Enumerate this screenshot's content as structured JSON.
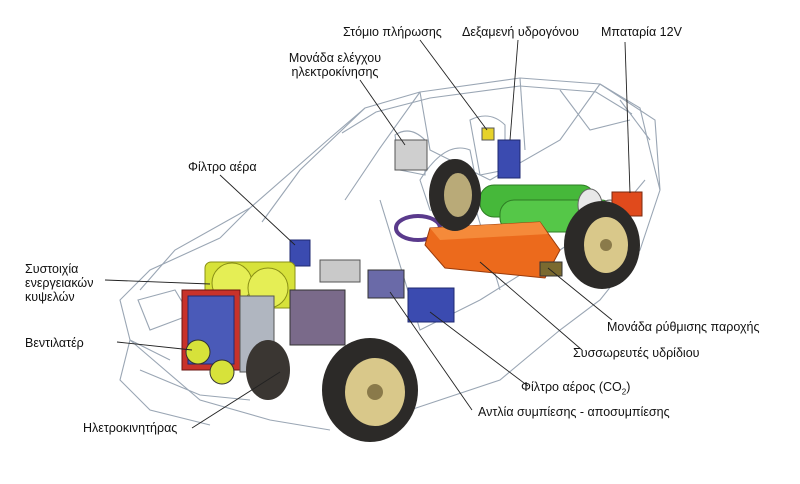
{
  "labels": {
    "filling_port": "Στόμιο πλήρωσης",
    "hydrogen_tank": "Δεξαμενή υδρογόνου",
    "battery_12v": "Μπαταρία 12V",
    "motor_control_unit_1": "Μονάδα ελέγχου",
    "motor_control_unit_2": "ηλεκτροκίνησης",
    "air_filter": "Φίλτρο αέρα",
    "fuel_cell_stack_1": "Συστοιχία",
    "fuel_cell_stack_2": "ενεργειακών",
    "fuel_cell_stack_3": "κυψελών",
    "fan": "Βεντιλατέρ",
    "electric_motor": "Ηλετροκινητήρας",
    "flow_regulator": "Μονάδα ρύθμισης παροχής",
    "hydride_accumulators": "Συσσωρευτές υδρίδιου",
    "co2_air_filter_base": "Φίλτρο αέρος (CO",
    "co2_air_filter_sub": "2",
    "co2_air_filter_end": ")",
    "compression_pump": "Αντλία συμπίεσης - αποσυμπίεσης"
  },
  "colors": {
    "fuel_cell": "#d7e23a",
    "hydride": "#ec6a1c",
    "tank": "#3b4bb0",
    "green_cyl": "#46b83a",
    "battery": "#e04a1c",
    "wireframe": "#9aa6b4",
    "tyre": "#2c2a28",
    "rim": "#d9c88a"
  }
}
